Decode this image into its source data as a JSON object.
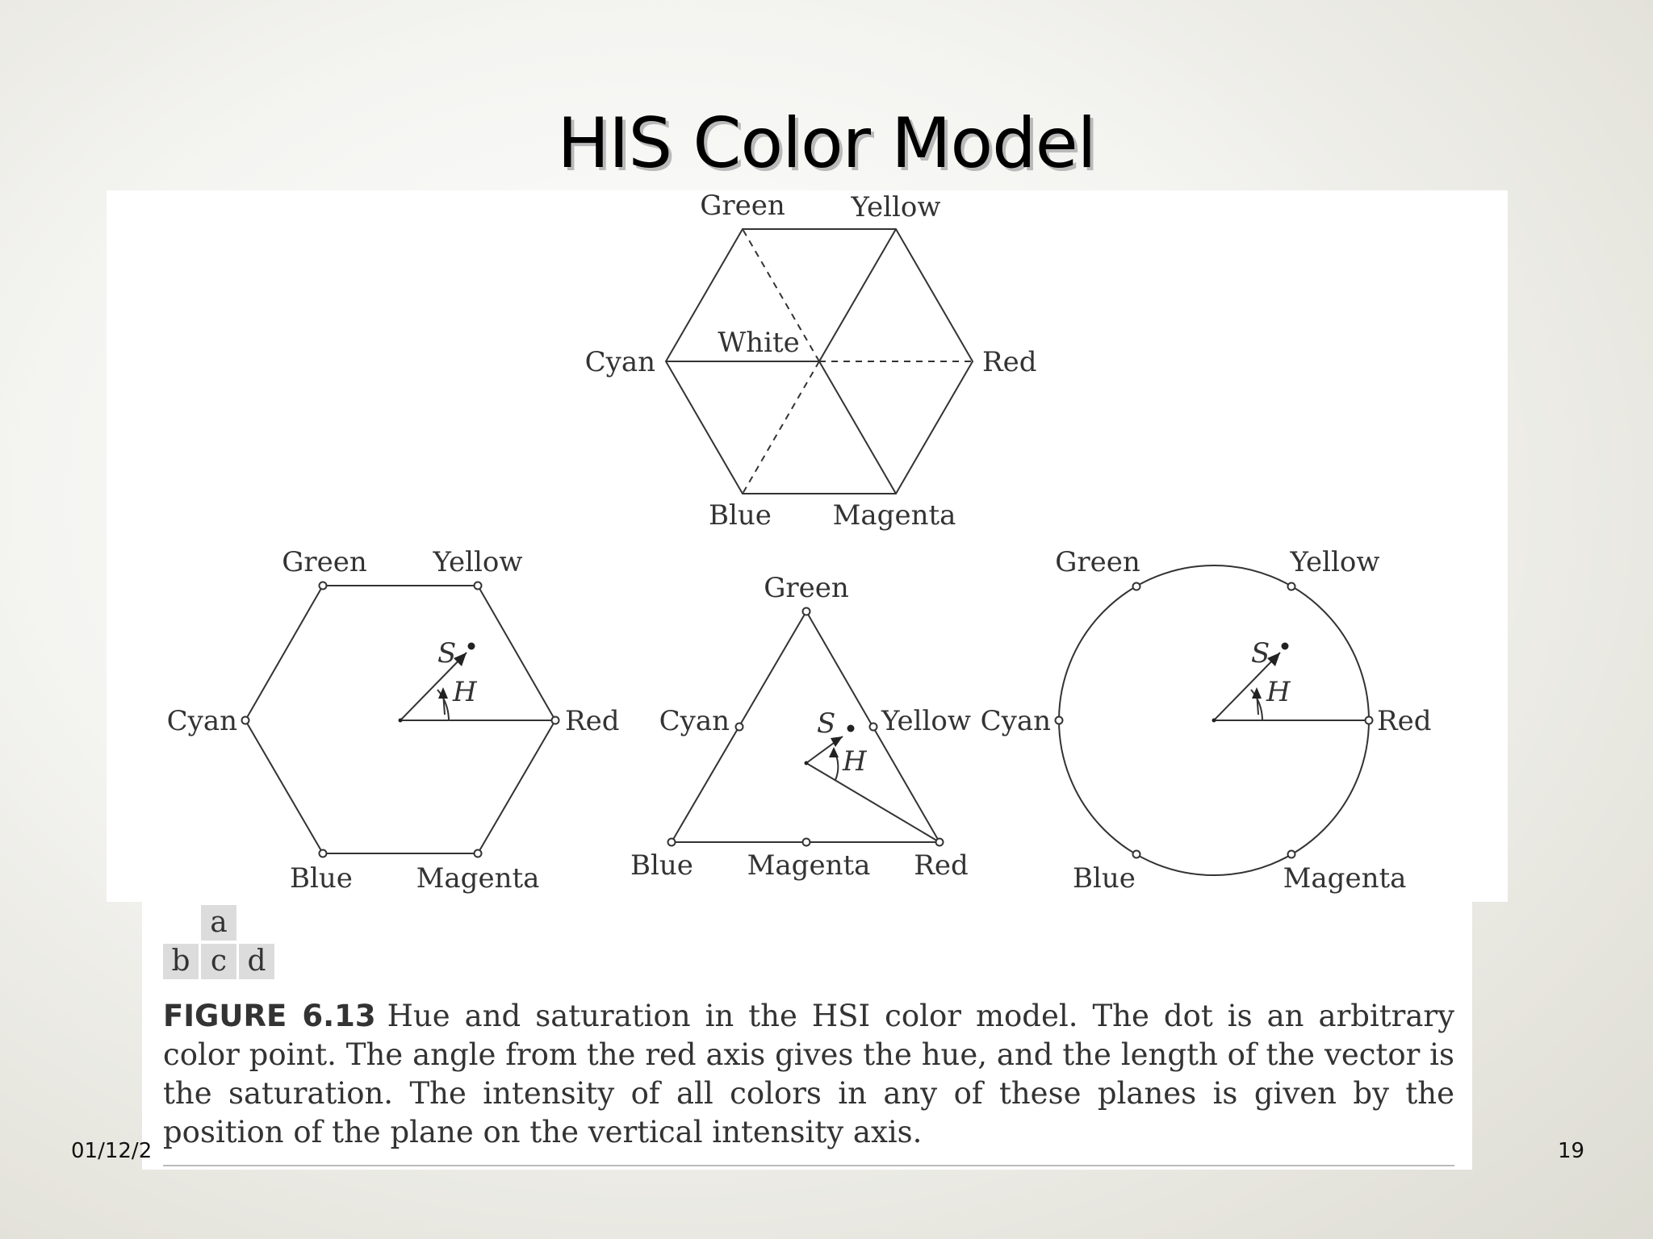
{
  "slide": {
    "title": "HIS Color Model",
    "date": "01/12/2",
    "page_number": "19"
  },
  "figure": {
    "panel_a": {
      "top": "Green",
      "top_right": "Yellow",
      "left": "Cyan",
      "center": "White",
      "right": "Red",
      "bottom_left": "Blue",
      "bottom_right": "Magenta"
    },
    "panel_b": {
      "green": "Green",
      "yellow": "Yellow",
      "cyan": "Cyan",
      "red": "Red",
      "blue": "Blue",
      "magenta": "Magenta",
      "s": "S",
      "h": "H"
    },
    "panel_c": {
      "green": "Green",
      "cyan": "Cyan",
      "yellow": "Yellow",
      "blue": "Blue",
      "magenta": "Magenta",
      "red": "Red",
      "s": "S",
      "h": "H"
    },
    "panel_d": {
      "green": "Green",
      "yellow": "Yellow",
      "cyan": "Cyan",
      "red": "Red",
      "blue": "Blue",
      "magenta": "Magenta",
      "s": "S",
      "h": "H"
    },
    "panel_letters": {
      "a": "a",
      "b": "b",
      "c": "c",
      "d": "d"
    },
    "caption_label": "FIGURE 6.13",
    "caption_text": "Hue and saturation in the HSI color model. The dot is an arbitrary color point. The angle from the red axis gives the hue, and the length of the vector is the saturation. The intensity of all colors in any of these planes is given by the position of the plane on the vertical intensity axis."
  }
}
